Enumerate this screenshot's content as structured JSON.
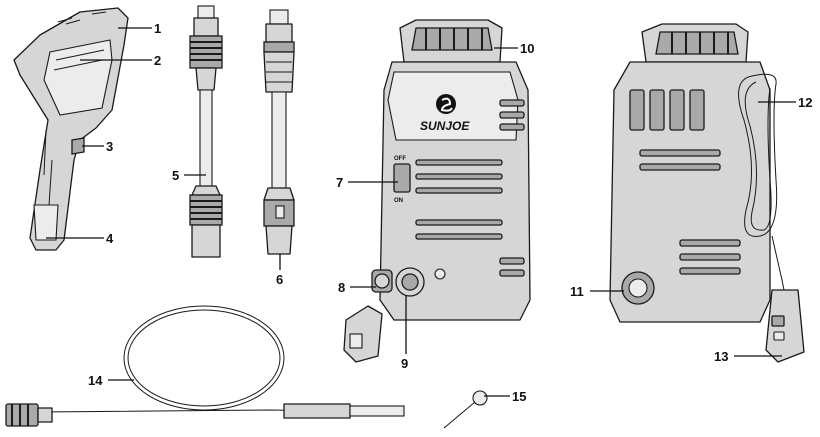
{
  "brand": {
    "logo_text": "SUNJOE",
    "logo_icon": "sunjoe-s-mark"
  },
  "switch_labels": {
    "off": "OFF",
    "on": "ON"
  },
  "callouts": [
    {
      "number": "1"
    },
    {
      "number": "2"
    },
    {
      "number": "3"
    },
    {
      "number": "4"
    },
    {
      "number": "5"
    },
    {
      "number": "6"
    },
    {
      "number": "7"
    },
    {
      "number": "8"
    },
    {
      "number": "9"
    },
    {
      "number": "10"
    },
    {
      "number": "11"
    },
    {
      "number": "12"
    },
    {
      "number": "13"
    },
    {
      "number": "14"
    },
    {
      "number": "15"
    }
  ]
}
